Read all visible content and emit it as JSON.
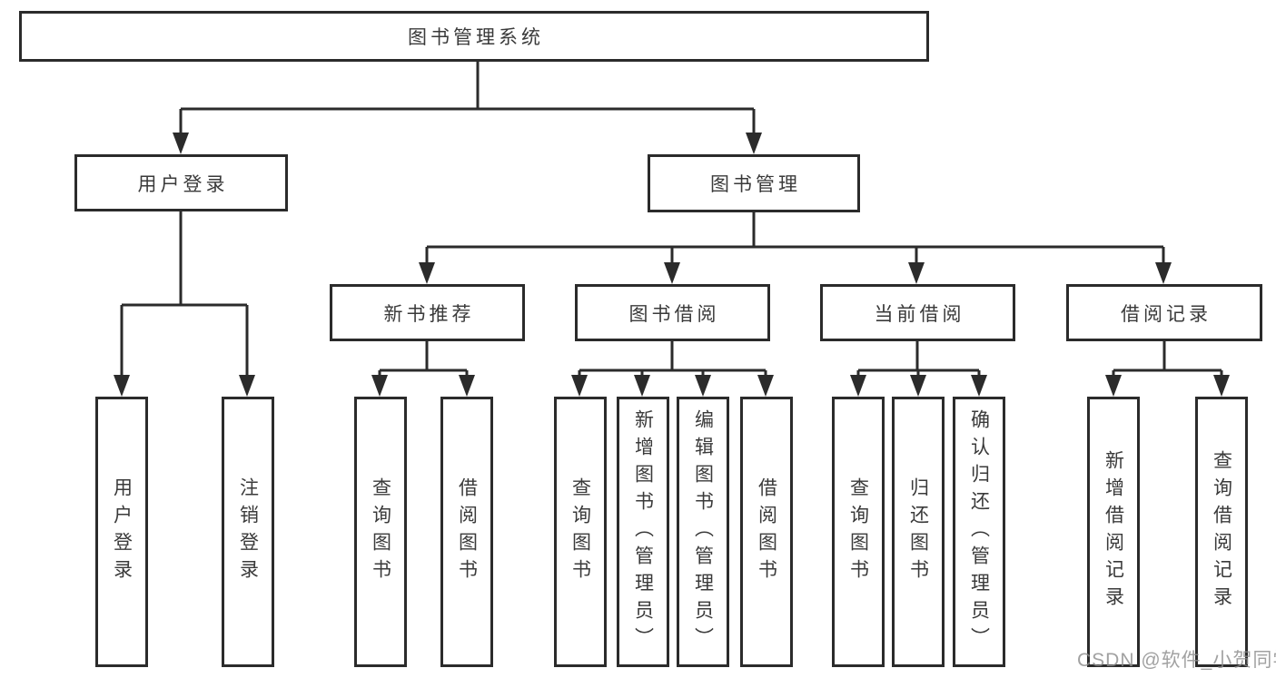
{
  "tree": {
    "root": {
      "label": "图书管理系统"
    },
    "children": [
      {
        "label": "用户登录",
        "children": [
          {
            "label": "用户登录"
          },
          {
            "label": "注销登录"
          }
        ]
      },
      {
        "label": "图书管理",
        "children": [
          {
            "label": "新书推荐",
            "children": [
              {
                "label": "查询图书"
              },
              {
                "label": "借阅图书"
              }
            ]
          },
          {
            "label": "图书借阅",
            "children": [
              {
                "label": "查询图书"
              },
              {
                "label": "新增图书（管理员）"
              },
              {
                "label": "编辑图书（管理员）"
              },
              {
                "label": "借阅图书"
              }
            ]
          },
          {
            "label": "当前借阅",
            "children": [
              {
                "label": "查询图书"
              },
              {
                "label": "归还图书"
              },
              {
                "label": "确认归还（管理员）"
              }
            ]
          },
          {
            "label": "借阅记录",
            "children": [
              {
                "label": "新增借阅记录"
              },
              {
                "label": "查询借阅记录"
              }
            ]
          }
        ]
      }
    ]
  },
  "watermark": {
    "text": "CSDN @软件_小贺同学"
  },
  "colors": {
    "line": "#2b2b2b",
    "box_border": "#2b2b2b",
    "text": "#3a3a3a",
    "watermark": "#8c8c8c",
    "background": "#ffffff"
  }
}
